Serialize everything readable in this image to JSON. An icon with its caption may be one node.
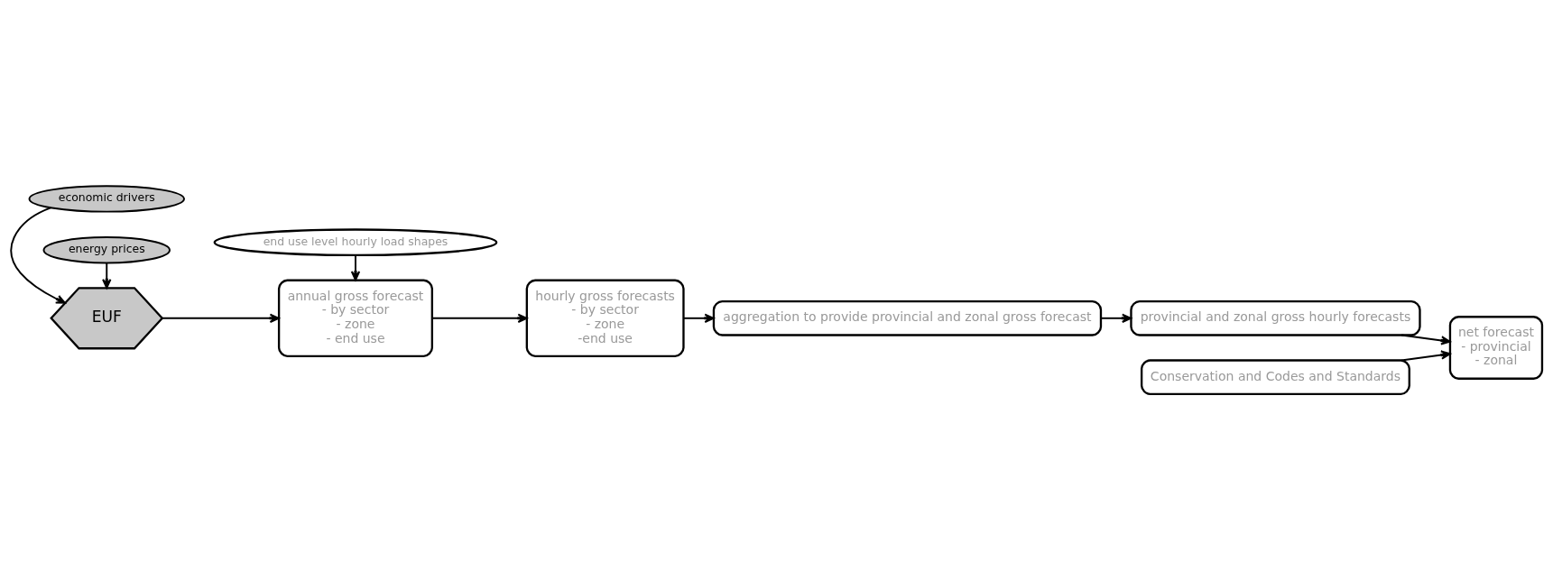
{
  "diagram": {
    "nodes": [
      {
        "text": [
          "economic drivers"
        ]
      },
      {
        "text": [
          "EUF"
        ]
      },
      {
        "text": [
          "energy prices"
        ]
      },
      {
        "text": [
          "end use level hourly load shapes"
        ]
      },
      {
        "text": [
          "annual gross forecast",
          "- by sector",
          "- zone",
          "- end use"
        ]
      },
      {
        "text": [
          "hourly gross forecasts",
          "- by sector",
          "- zone",
          "-end use"
        ]
      },
      {
        "text": [
          "aggregation to provide provincial and zonal gross forecast"
        ]
      },
      {
        "text": [
          "Conservation and Codes and Standards"
        ]
      },
      {
        "text": [
          "provincial and zonal gross hourly forecasts"
        ]
      },
      {
        "text": [
          "net forecast",
          "- provincial",
          "- zonal"
        ]
      }
    ],
    "edges": [
      {
        "from": 0,
        "to": 1,
        "arrow": "to"
      },
      {
        "from": 2,
        "to": 1,
        "arrow": "to"
      },
      {
        "from": 1,
        "to": 4,
        "arrow": "to"
      },
      {
        "from": 3,
        "to": 4,
        "arrow": "to"
      },
      {
        "from": 4,
        "to": 5,
        "arrow": "to"
      },
      {
        "from": 5,
        "to": 6,
        "arrow": "to"
      },
      {
        "from": 6,
        "to": 8,
        "arrow": "to"
      },
      {
        "from": 8,
        "to": 9,
        "arrow": "to"
      },
      {
        "from": 7,
        "to": 9,
        "arrow": "to"
      }
    ]
  }
}
